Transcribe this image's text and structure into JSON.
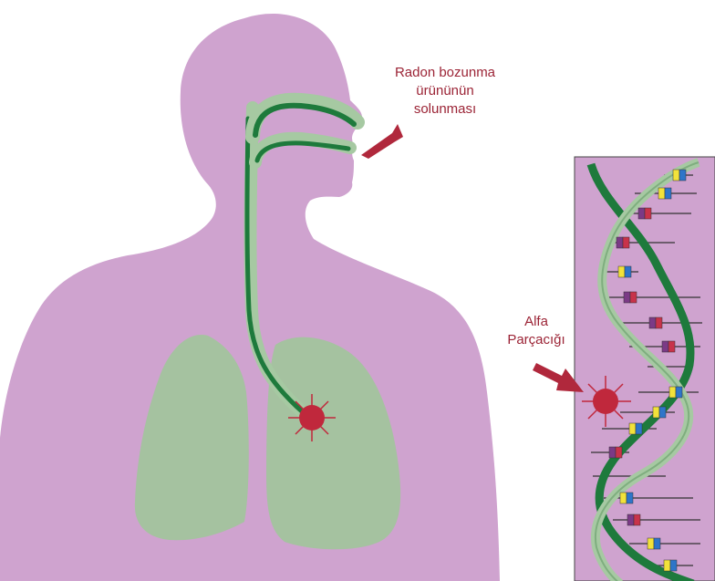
{
  "labels": {
    "radon_line1": "Radon bozunma",
    "radon_line2": "ürününün",
    "radon_line3": "solunması",
    "alpha_line1": "Alfa",
    "alpha_line2": "Parçacığı"
  },
  "colors": {
    "body": "#cfa3cf",
    "lung": "#a5c2a0",
    "airway_dark": "#1e7a3c",
    "airway_light": "#a6c9a2",
    "arrow": "#b0283c",
    "particle": "#c0283c",
    "label_text": "#9b2335",
    "dna_panel": "#cfa3cf",
    "dna_light_strand": "#a6c9a2",
    "dna_dark_strand": "#1e7a3c",
    "base_yellow": "#f2e23a",
    "base_blue": "#2e75c9",
    "base_purple": "#7b3a86",
    "base_red": "#c8334a"
  }
}
